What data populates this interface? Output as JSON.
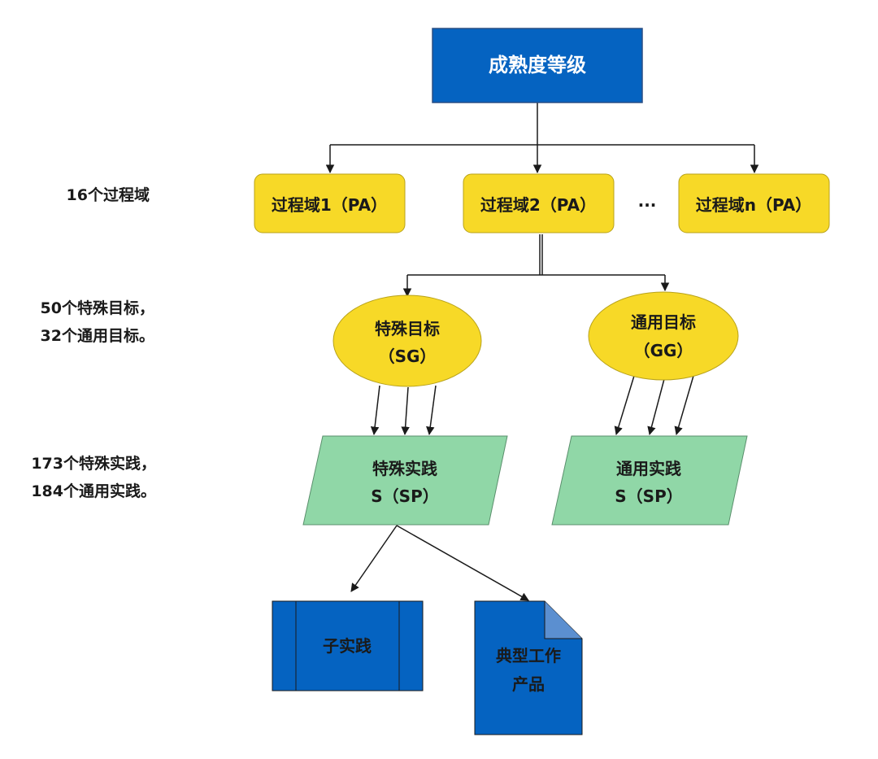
{
  "maturity_level": "成熟度等级",
  "process_areas": {
    "pa1": "过程域1（PA）",
    "pa2": "过程域2（PA）",
    "ellipsis": "···",
    "pan": "过程域n（PA）"
  },
  "goals": {
    "specific": {
      "line1": "特殊目标",
      "line2": "（SG）"
    },
    "generic": {
      "line1": "通用目标",
      "line2": "（GG）"
    }
  },
  "practices": {
    "specific": {
      "line1": "特殊实践",
      "line2": "S（SP）"
    },
    "generic": {
      "line1": "通用实践",
      "line2": "S（SP）"
    }
  },
  "outputs": {
    "subpractice": "子实践",
    "work_product_line1": "典型工作",
    "work_product_line2": "产品"
  },
  "side_labels": {
    "process_areas": "16个过程域",
    "goals_line1": "50个特殊目标，",
    "goals_line2": "32个通用目标。",
    "practices_line1": "173个特殊实践，",
    "practices_line2": "184个通用实践。"
  },
  "colors": {
    "blue": "#0563c1",
    "yellow": "#f7d927",
    "green": "#90d7a7",
    "line": "#1a1a1a"
  }
}
